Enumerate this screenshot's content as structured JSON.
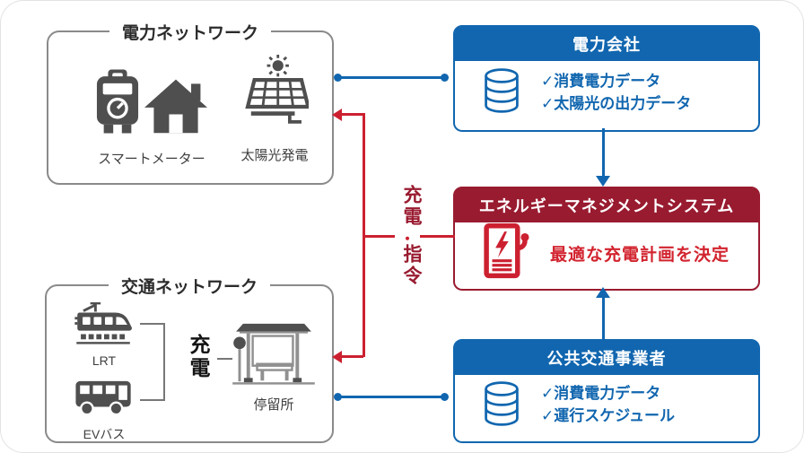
{
  "power_network": {
    "title": "電力ネットワーク",
    "meter_label": "スマートメーター",
    "solar_label": "太陽光発電"
  },
  "transport_network": {
    "title": "交通ネットワーク",
    "lrt_label": "LRT",
    "bus_label": "EVバス",
    "charge_label": "充電",
    "stop_label": "停留所"
  },
  "power_company": {
    "title": "電力会社",
    "items": [
      "✓消費電力データ",
      "✓太陽光の出力データ"
    ]
  },
  "ems": {
    "title": "エネルギーマネジメントシステム",
    "decision": "最適な充電計画を決定"
  },
  "transit_operator": {
    "title": "公共交通事業者",
    "items": [
      "✓消費電力データ",
      "✓運行スケジュール"
    ]
  },
  "charge_command": {
    "top": "充電",
    "dot": "・",
    "bottom": "指令"
  },
  "icons": {
    "smart_meter": "smart-meter-icon",
    "house": "house-icon",
    "solar_panel": "solar-panel-icon",
    "lrt_tram": "lrt-tram-icon",
    "ev_bus": "ev-bus-icon",
    "bus_stop": "bus-stop-shelter-icon",
    "database": "database-icon",
    "ev_charger": "ev-charger-icon"
  },
  "colors": {
    "blue": "#1166af",
    "dark_red": "#991b30",
    "red": "#cc2030",
    "icon_gray": "#4f4f4f"
  }
}
